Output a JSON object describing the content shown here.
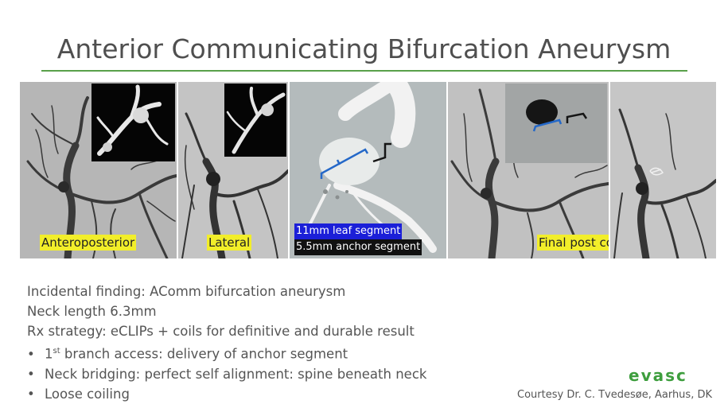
{
  "slide": {
    "title": "Anterior Communicating Bifurcation Aneurysm"
  },
  "images": {
    "ap_label": "Anteroposterior",
    "lateral_label": "Lateral",
    "leaf_label": "11mm leaf segment",
    "anchor_label": "5.5mm anchor segment",
    "final_label": "Final post coiling"
  },
  "body": {
    "line1": "Incidental finding: AComm bifurcation aneurysm",
    "line2": "Neck length 6.3mm",
    "line3": "Rx strategy: eCLIPs + coils for definitive and durable result",
    "bullet_symbol": "•",
    "bullet1_pre": "1",
    "bullet1_sup": "st",
    "bullet1_post": " branch access: delivery of anchor segment",
    "bullet2": "Neck bridging: perfect self alignment: spine beneath neck",
    "bullet3": "Loose coiling"
  },
  "footer": {
    "logo": "evasc",
    "credit": "Courtesy Dr. C. Tvedesøe, Aarhus, DK"
  },
  "colors": {
    "accent_green": "#5aa14a",
    "label_yellow": "#f2ee2a",
    "label_blue": "#1b1fd8"
  }
}
